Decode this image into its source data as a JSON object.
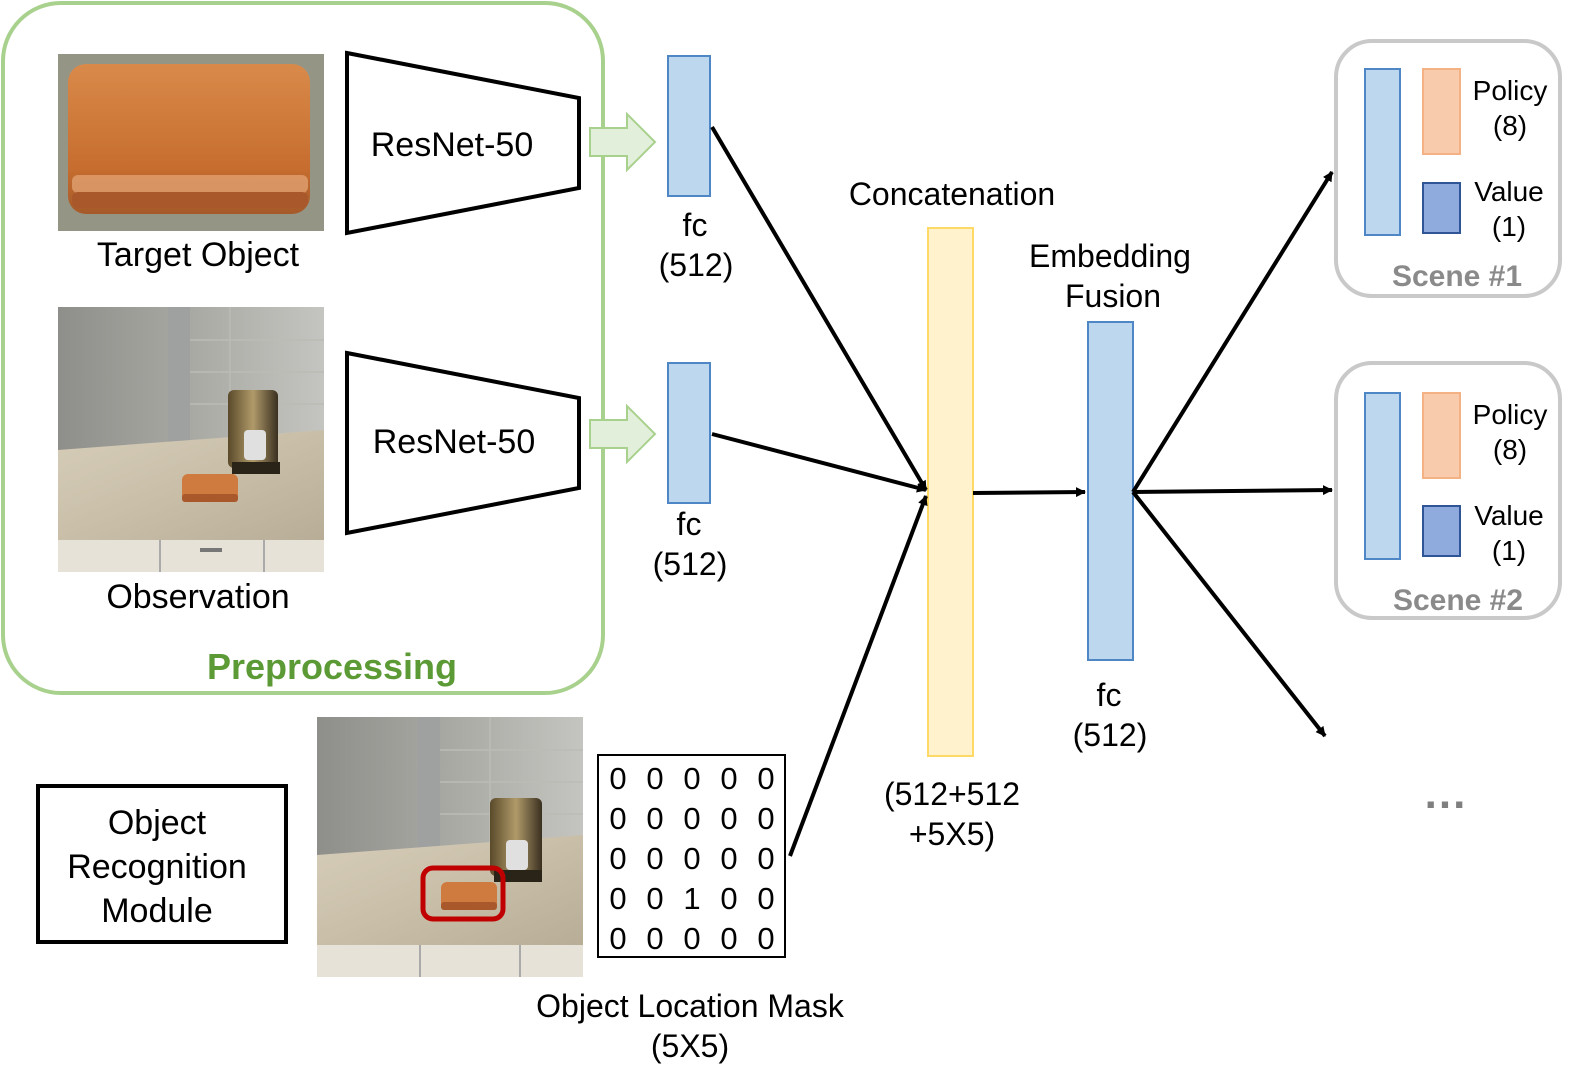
{
  "preprocessing": {
    "title": "Preprocessing",
    "target_label": "Target Object",
    "observation_label": "Observation",
    "encoder_top": "ResNet-50",
    "encoder_bottom": "ResNet-50"
  },
  "fc_top": {
    "name": "fc",
    "size": "(512)"
  },
  "fc_bottom": {
    "name": "fc",
    "size": "(512)"
  },
  "concat": {
    "title": "Concatenation",
    "size_line1": "(512+512",
    "size_line2": "+5X5)"
  },
  "fusion": {
    "title_line1": "Embedding",
    "title_line2": "Fusion",
    "name": "fc",
    "size": "(512)"
  },
  "scenes": [
    {
      "label": "Scene #1",
      "policy": "Policy",
      "policy_size": "(8)",
      "value": "Value",
      "value_size": "(1)"
    },
    {
      "label": "Scene #2",
      "policy": "Policy",
      "policy_size": "(8)",
      "value": "Value",
      "value_size": "(1)"
    }
  ],
  "more": "...",
  "recognition": {
    "line1": "Object",
    "line2": "Recognition",
    "line3": "Module"
  },
  "mask": {
    "label": "Object Location Mask",
    "size": "(5X5)",
    "grid": [
      [
        "0",
        "0",
        "0",
        "0",
        "0"
      ],
      [
        "0",
        "0",
        "0",
        "0",
        "0"
      ],
      [
        "0",
        "0",
        "0",
        "0",
        "0"
      ],
      [
        "0",
        "0",
        "1",
        "0",
        "0"
      ],
      [
        "0",
        "0",
        "0",
        "0",
        "0"
      ]
    ]
  },
  "colors": {
    "fc_fill": "#bdd7ee",
    "fc_stroke": "#4f86c6",
    "concat_fill": "#fff2cc",
    "concat_stroke": "#ffd966",
    "policy_fill": "#f8cbad",
    "policy_stroke": "#f4b183",
    "value_fill": "#8faadc",
    "value_stroke": "#2f5597",
    "preprocess_border": "#a9d18e",
    "scene_border": "#c9c9c9",
    "detection_box": "#c00000"
  }
}
